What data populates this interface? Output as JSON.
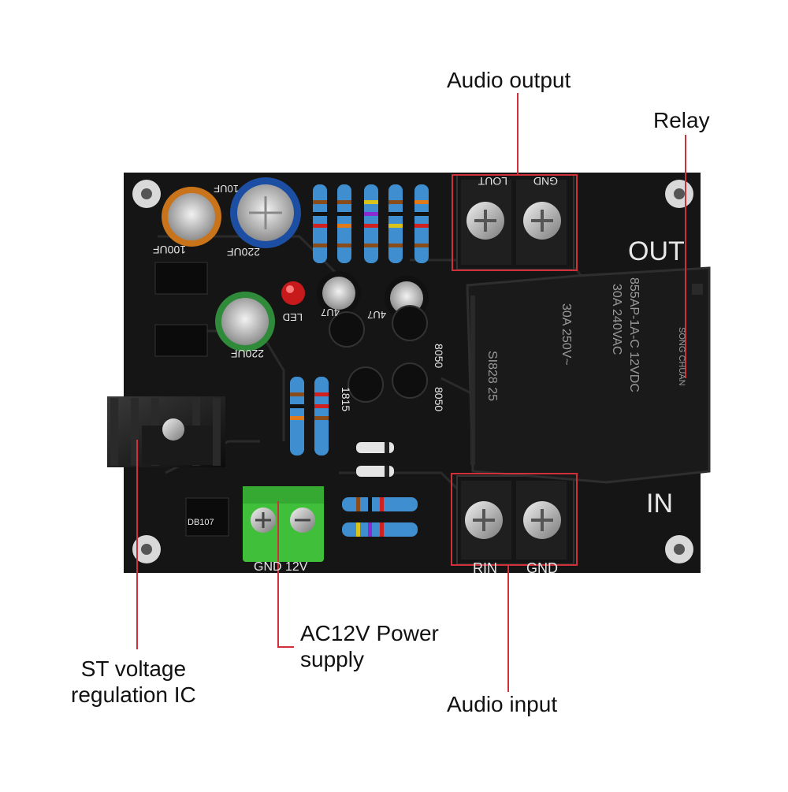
{
  "callouts": {
    "audio_output": "Audio output",
    "relay": "Relay",
    "ac12v_line1": "AC12V Power",
    "ac12v_line2": "supply",
    "st_line1": "ST voltage",
    "st_line2": "regulation IC",
    "audio_input": "Audio input"
  },
  "board_silkscreen": {
    "out": "OUT",
    "in": "IN",
    "gnd": "GND",
    "lout": "LOUT",
    "rin": "RIN",
    "gnd_12v": "GND 12V",
    "cap_100uf": "100UF",
    "cap_220uf_top": "220UF",
    "cap_220uf_mid": "220UF",
    "cap_10uf": "10UF",
    "led": "LED",
    "cap_4u7a": "4U7",
    "cap_4u7b": "4U7",
    "t_8050a": "8050",
    "t_8050b": "8050",
    "t_1815": "1815",
    "rectifier": "DB107",
    "relay_model": "855AP-1A-C 12VDC",
    "relay_rating1": "30A 240VAC",
    "relay_rating2": "30A 250V~",
    "relay_code": "SI828 25",
    "relay_brand": "SONG CHUAN"
  },
  "colors": {
    "pcb": "#141414",
    "callout_line": "#d0303a",
    "terminal_green": "#3fbf3a",
    "relay_body": "#1a1a1a"
  }
}
